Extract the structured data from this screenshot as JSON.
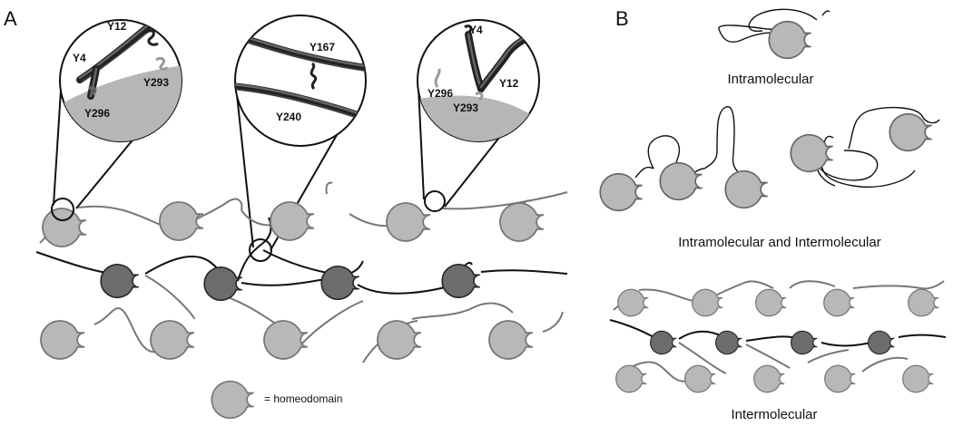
{
  "panels": {
    "a": {
      "letter": "A"
    },
    "b": {
      "letter": "B"
    }
  },
  "zoom_labels": {
    "z1": [
      "Y12",
      "Y4",
      "Y293",
      "Y296"
    ],
    "z2": [
      "Y167",
      "Y240"
    ],
    "z3": [
      "Y4",
      "Y296",
      "Y12",
      "Y293"
    ]
  },
  "legend": {
    "text": "= homeodomain"
  },
  "captions": {
    "intra": "Intramolecular",
    "both": "Intramolecular and Intermolecular",
    "inter": "Intermolecular"
  },
  "colors": {
    "homeodomain_light": "#b8b8b8",
    "homeodomain_dark": "#6c6c6c",
    "zoom_fill": "#b6b6b6"
  }
}
